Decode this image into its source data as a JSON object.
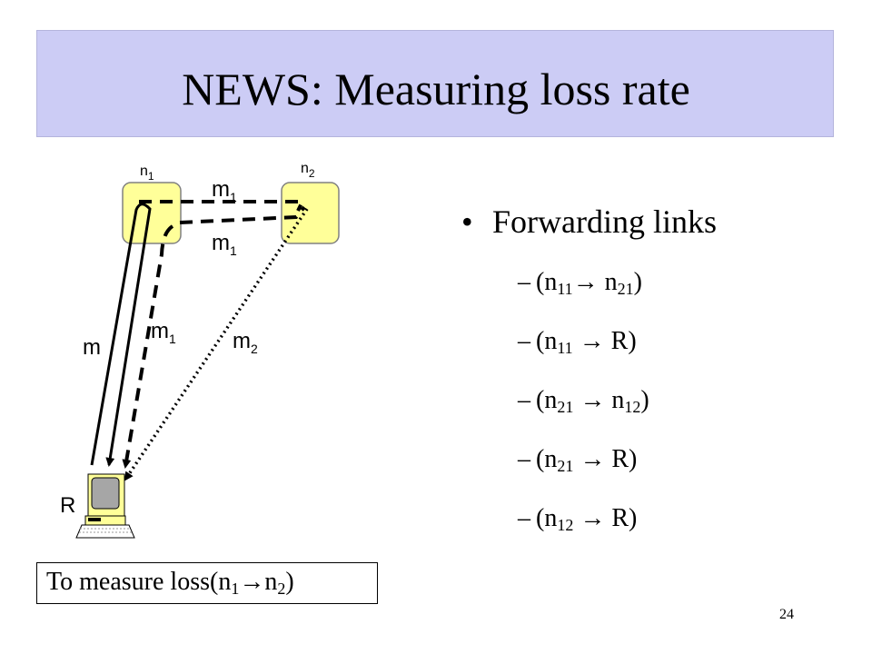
{
  "title": "NEWS: Measuring loss rate",
  "diagram": {
    "nodes": [
      {
        "base": "n",
        "sub": "1"
      },
      {
        "base": "n",
        "sub": "2"
      }
    ],
    "receiver_label": "R",
    "messages": {
      "m1_top": {
        "base": "m",
        "sub": "1"
      },
      "m1_mid": {
        "base": "m",
        "sub": "1"
      },
      "m": "m",
      "m1_left": {
        "base": "m",
        "sub": "1"
      },
      "m2": {
        "base": "m",
        "sub": "2"
      }
    },
    "colors": {
      "node_fill": "#ffff99",
      "node_border": "#808080"
    }
  },
  "bullet": {
    "symbol": "•",
    "heading": "Forwarding links"
  },
  "links": [
    {
      "dash": "–",
      "open": "(n",
      "a": "11",
      "arrow": "→ n",
      "b": "21",
      "close": ")"
    },
    {
      "dash": "–",
      "open": "(n",
      "a": "11",
      "arrow": " → R)",
      "b": "",
      "close": ""
    },
    {
      "dash": "–",
      "open": "(n",
      "a": "21",
      "arrow": " → n",
      "b": "12",
      "close": ")"
    },
    {
      "dash": "–",
      "open": "(n",
      "a": "21",
      "arrow": " → R)",
      "b": "",
      "close": ""
    },
    {
      "dash": "–",
      "open": "(n",
      "a": "12",
      "arrow": " → R)",
      "b": "",
      "close": ""
    }
  ],
  "caption": {
    "pre": "To measure loss(n",
    "s1": "1",
    "mid": "→n",
    "s2": "2",
    "post": ")"
  },
  "page_number": "24"
}
